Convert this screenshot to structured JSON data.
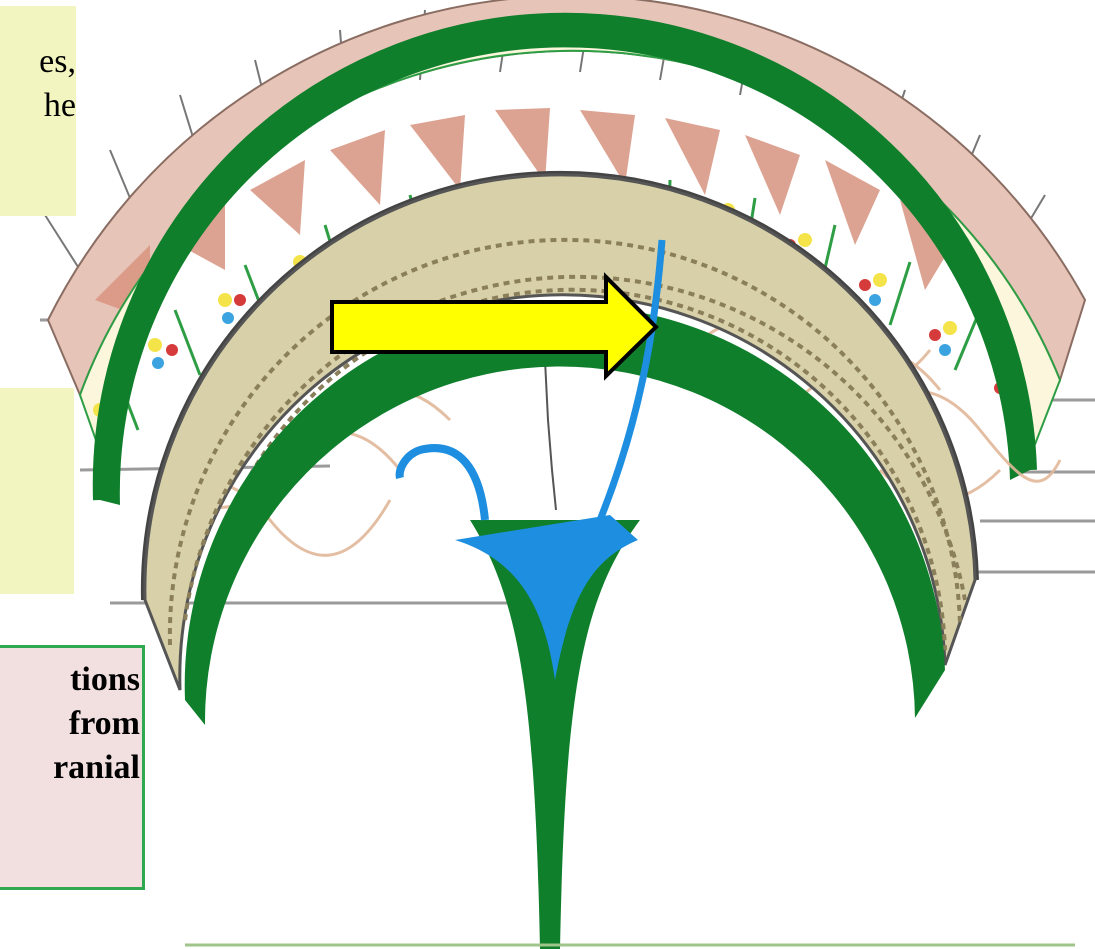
{
  "callouts": {
    "top": {
      "lines": [
        "es,",
        "he"
      ]
    },
    "middle": {
      "lines": []
    },
    "bottom": {
      "lines": [
        "tions",
        "from",
        "ranial"
      ]
    }
  },
  "colors": {
    "note_box": "#f2f5bf",
    "highlight_box": "#f2dfe0",
    "highlight_border": "#2fa84f",
    "skin": "#e7c4b8",
    "dermis_cell": "#fbf6dc",
    "membrane": "#0f7f2c",
    "bone": "#d8d0a8",
    "vessel": "#1e8fe0",
    "arrow": "#ffff00"
  }
}
